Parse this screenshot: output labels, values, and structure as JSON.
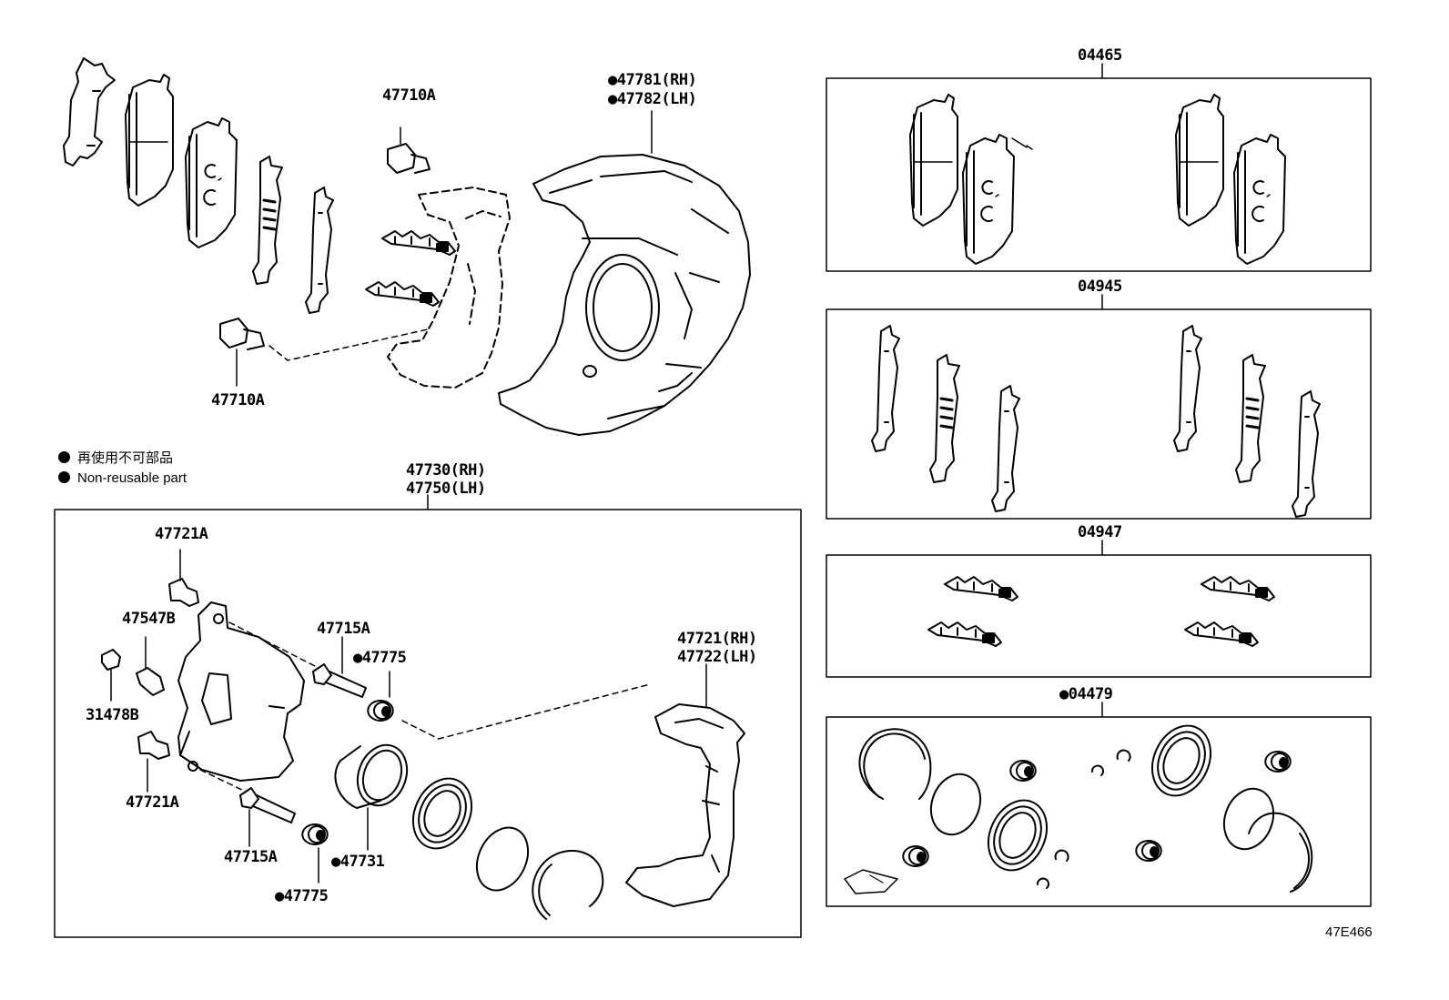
{
  "legend": {
    "japanese": "再使用不可部品",
    "english": "Non-reusable part"
  },
  "diagram_ref": "47E466",
  "labels": {
    "bolt_top": "47710A",
    "bolt_bottom": "47710A",
    "cover_rh": "●47781(RH)",
    "cover_lh": "●47782(LH)",
    "cyl_rh": "47730(RH)",
    "cyl_lh": "47750(LH)",
    "kit_pads": "04465",
    "kit_antisqueal": "04945",
    "kit_clips": "04947",
    "kit_cylinder": "●04479",
    "bleeder_cap": "47721A",
    "bleeder_plug": "47547B",
    "bleeder_cap_small": "31478B",
    "bleeder_lower": "47721A",
    "pin_upper": "47715A",
    "boot_upper": "●47775",
    "pin_lower": "47715A",
    "piston": "●47731",
    "boot_lower": "●47775",
    "mount_rh": "47721(RH)",
    "mount_lh": "47722(LH)"
  }
}
